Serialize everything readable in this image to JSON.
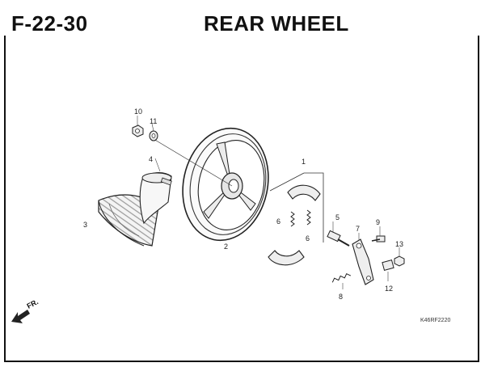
{
  "header": {
    "figure_code": "F-22-30",
    "title": "REAR WHEEL"
  },
  "footer": {
    "reference_code": "K46RF2220",
    "front_marker": "FR."
  },
  "callouts": [
    {
      "id": "c1",
      "label": "1"
    },
    {
      "id": "c2",
      "label": "2"
    },
    {
      "id": "c3",
      "label": "3"
    },
    {
      "id": "c4",
      "label": "4"
    },
    {
      "id": "c5",
      "label": "5"
    },
    {
      "id": "c6a",
      "label": "6"
    },
    {
      "id": "c6b",
      "label": "6"
    },
    {
      "id": "c7",
      "label": "7"
    },
    {
      "id": "c8",
      "label": "8"
    },
    {
      "id": "c9",
      "label": "9"
    },
    {
      "id": "c10",
      "label": "10"
    },
    {
      "id": "c11",
      "label": "11"
    },
    {
      "id": "c12",
      "label": "12"
    },
    {
      "id": "c13",
      "label": "13"
    }
  ]
}
